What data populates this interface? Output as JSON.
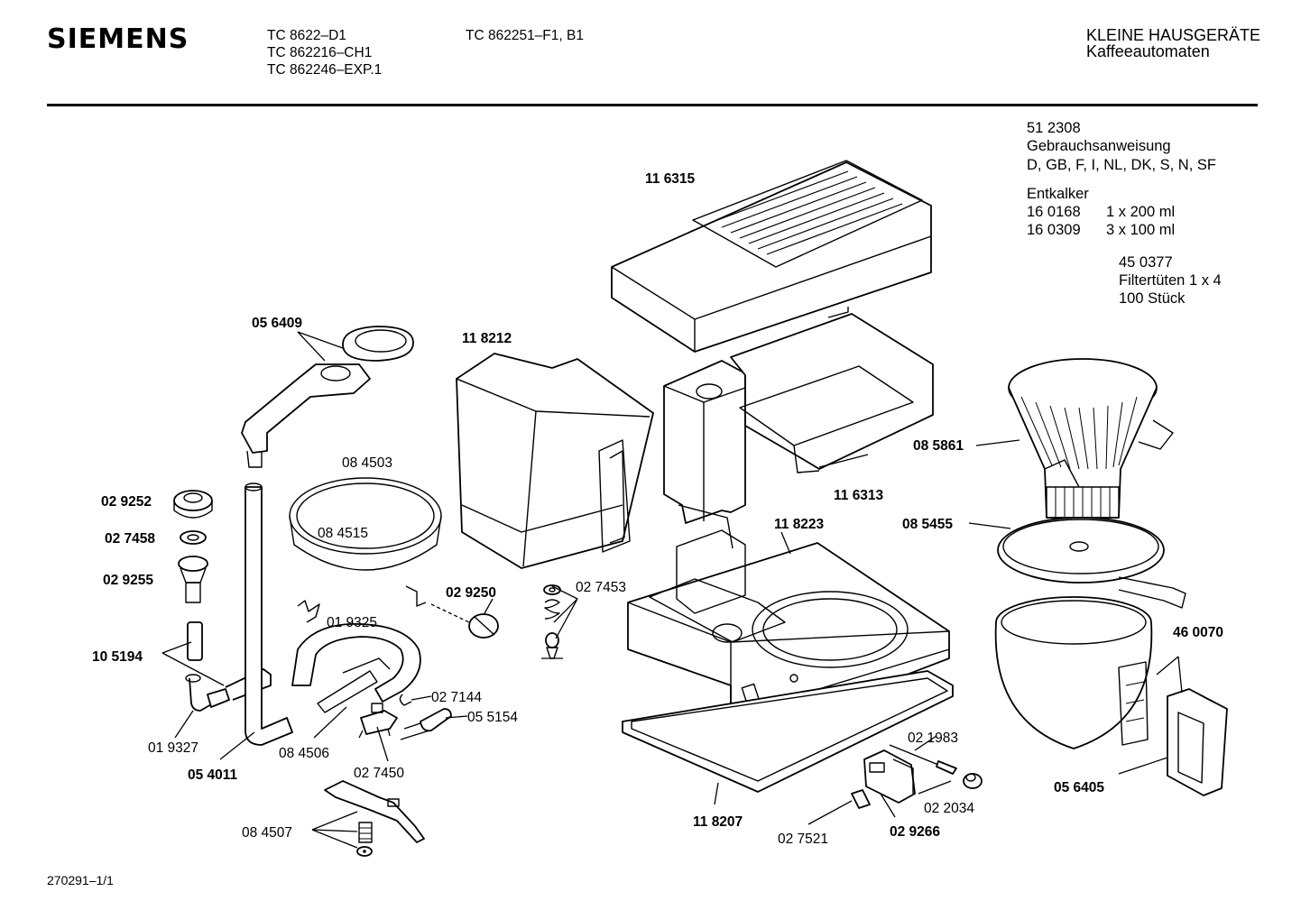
{
  "header": {
    "brand": "SIEMENS",
    "models_col1": [
      "TC  8622–D1",
      "TC  862216–CH1",
      "TC  862246–EXP.1"
    ],
    "models_col2": [
      "TC  862251–F1,  B1"
    ],
    "category_line1": "KLEINE HAUSGERÄTE",
    "category_line2": "Kaffeeautomaten"
  },
  "accessories": {
    "manual_number": "51 2308",
    "manual_label": "Gebrauchsanweisung",
    "manual_languages": "D, GB, F, I, NL, DK, S, N, SF",
    "descaler_label": "Entkalker",
    "descaler_1_number": "16 0168",
    "descaler_1_qty": "1 x 200 ml",
    "descaler_2_number": "16 0309",
    "descaler_2_qty": "3 x 100 ml",
    "filter_number": "45 0377",
    "filter_label": "Filtertüten 1 x 4",
    "filter_qty": "100 Stück"
  },
  "parts": {
    "p116315": "11 6315",
    "p056409": "05 6409",
    "p118212": "11 8212",
    "p084503": "08 4503",
    "p084515": "08 4515",
    "p029252": "02 9252",
    "p027458": "02 7458",
    "p029255": "02 9255",
    "p105194": "10 5194",
    "p019327": "01 9327",
    "p054011": "05 4011",
    "p084506": "08 4506",
    "p027450": "02 7450",
    "p084507": "08 4507",
    "p029250": "02 9250",
    "p019325": "01 9325",
    "p027453": "02 7453",
    "p027144": "02 7144",
    "p055154": "05 5154",
    "p116313": "11 6313",
    "p118223": "11 8223",
    "p085861": "08 5861",
    "p085455": "08 5455",
    "p460070": "46 0070",
    "p056405": "05 6405",
    "p021983": "02 1983",
    "p022034": "02 2034",
    "p029266": "02 9266",
    "p027521": "02 7521",
    "p118207": "11 8207"
  },
  "footer": {
    "doc_number": "270291–1/1"
  }
}
